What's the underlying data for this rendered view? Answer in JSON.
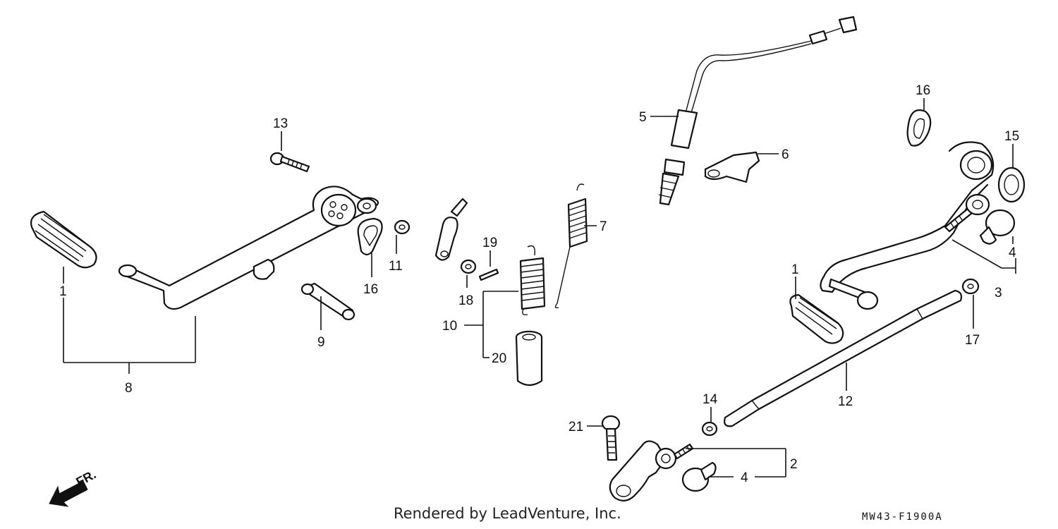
{
  "diagram": {
    "callouts": {
      "c1_left": "1",
      "c8": "8",
      "c13": "13",
      "c16_left": "16",
      "c11": "11",
      "c9": "9",
      "c19": "19",
      "c18": "18",
      "c10": "10",
      "c20": "20",
      "c7": "7",
      "c5": "5",
      "c6": "6",
      "c16_right": "16",
      "c15": "15",
      "c4_right": "4",
      "c3": "3",
      "c1_right": "1",
      "c17": "17",
      "c12": "12",
      "c14": "14",
      "c21": "21",
      "c2": "2",
      "c4_bottom": "4"
    },
    "direction_label": "FR.",
    "credit": "Rendered by LeadVenture, Inc.",
    "diagram_code": "MW43-F1900A"
  }
}
